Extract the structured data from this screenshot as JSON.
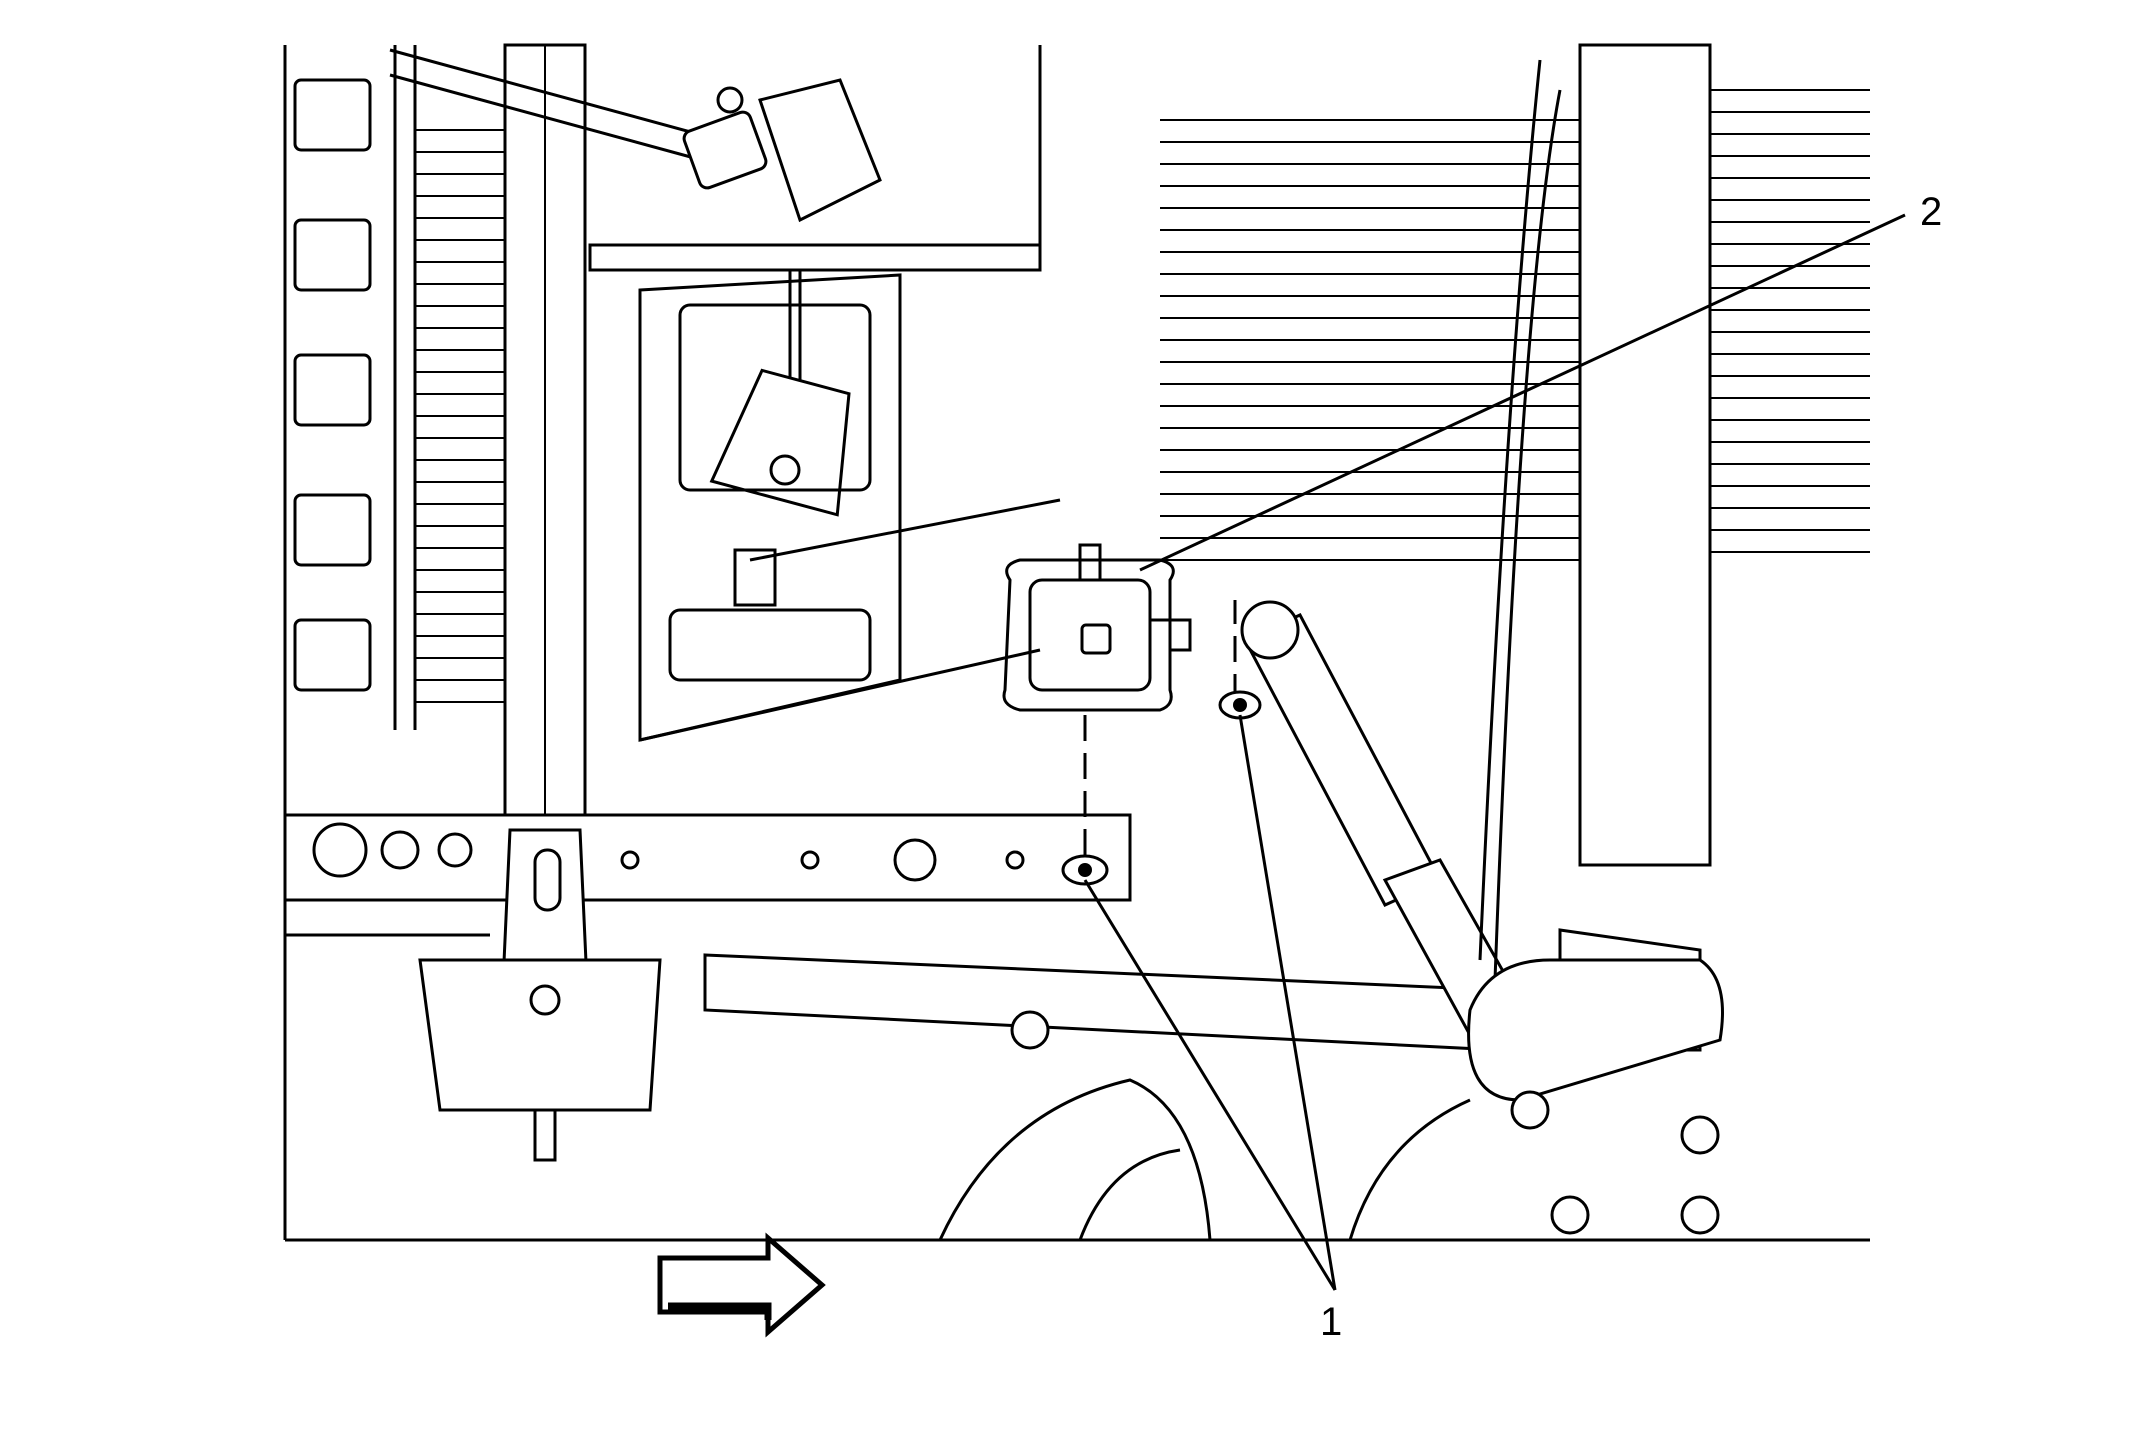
{
  "diagram": {
    "callouts": [
      {
        "id": "1",
        "label": "1"
      },
      {
        "id": "2",
        "label": "2"
      }
    ],
    "direction_arrow": {
      "icon": "arrow-right-icon"
    }
  }
}
